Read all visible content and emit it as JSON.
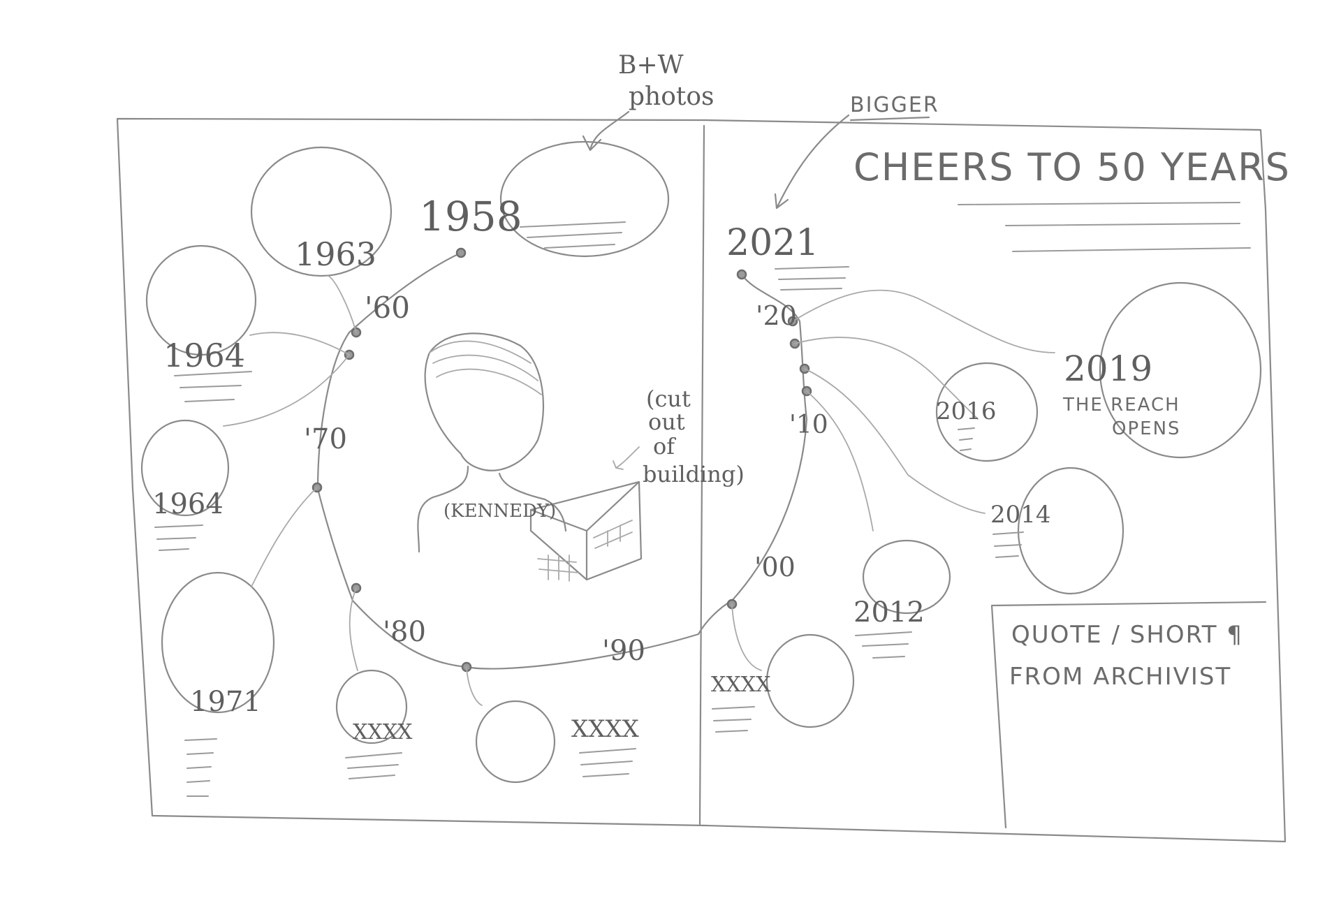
{
  "notes": {
    "bw_photos_line1": "B+W",
    "bw_photos_line2": "photos",
    "bigger": "BIGGER",
    "cutout_line1": "(cut",
    "cutout_line2": "out",
    "cutout_line3": "of",
    "cutout_line4": "building)"
  },
  "title": "CHEERS TO 50 YEARS",
  "left_page": {
    "year_1958": "1958",
    "year_1963": "1963",
    "year_1964a": "1964",
    "year_1964b": "1964",
    "year_1971": "1971",
    "xxxx_1": "XXXX",
    "xxxx_2": "XXXX",
    "decade_60": "'60",
    "decade_70": "'70",
    "decade_80": "'80",
    "decade_90": "'90",
    "kennedy": "(KENNEDY)"
  },
  "right_page": {
    "year_2021": "2021",
    "decade_20": "'20",
    "decade_10": "'10",
    "decade_00": "'00",
    "year_2019": "2019",
    "reach_line1": "THE REACH",
    "reach_line2": "OPENS",
    "year_2016": "2016",
    "year_2014": "2014",
    "year_2012": "2012",
    "xxxx_3": "XXXX",
    "quote_line1": "QUOTE / SHORT ¶",
    "quote_line2": "FROM ARCHIVIST"
  }
}
